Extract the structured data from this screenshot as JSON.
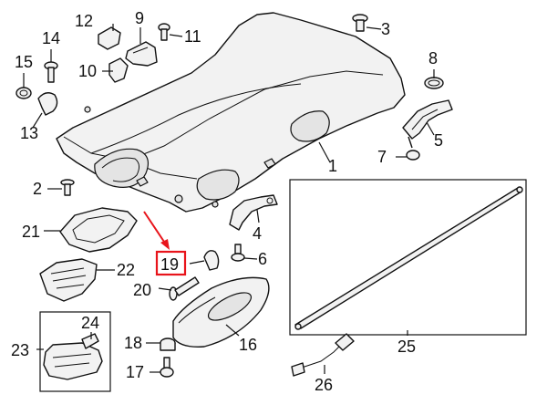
{
  "diagram": {
    "callouts": [
      {
        "id": "c1",
        "label": "1"
      },
      {
        "id": "c2",
        "label": "2"
      },
      {
        "id": "c3",
        "label": "3"
      },
      {
        "id": "c4",
        "label": "4"
      },
      {
        "id": "c5",
        "label": "5"
      },
      {
        "id": "c6",
        "label": "6"
      },
      {
        "id": "c7",
        "label": "7"
      },
      {
        "id": "c8",
        "label": "8"
      },
      {
        "id": "c9",
        "label": "9"
      },
      {
        "id": "c10",
        "label": "10"
      },
      {
        "id": "c11",
        "label": "11"
      },
      {
        "id": "c12",
        "label": "12"
      },
      {
        "id": "c13",
        "label": "13"
      },
      {
        "id": "c14",
        "label": "14"
      },
      {
        "id": "c15",
        "label": "15"
      },
      {
        "id": "c16",
        "label": "16"
      },
      {
        "id": "c17",
        "label": "17"
      },
      {
        "id": "c18",
        "label": "18"
      },
      {
        "id": "c19",
        "label": "19"
      },
      {
        "id": "c20",
        "label": "20"
      },
      {
        "id": "c21",
        "label": "21"
      },
      {
        "id": "c22",
        "label": "22"
      },
      {
        "id": "c23",
        "label": "23"
      },
      {
        "id": "c24",
        "label": "24"
      },
      {
        "id": "c25",
        "label": "25"
      },
      {
        "id": "c26",
        "label": "26"
      }
    ],
    "highlight": {
      "label_ref": "19",
      "color": "#e8141b"
    }
  }
}
